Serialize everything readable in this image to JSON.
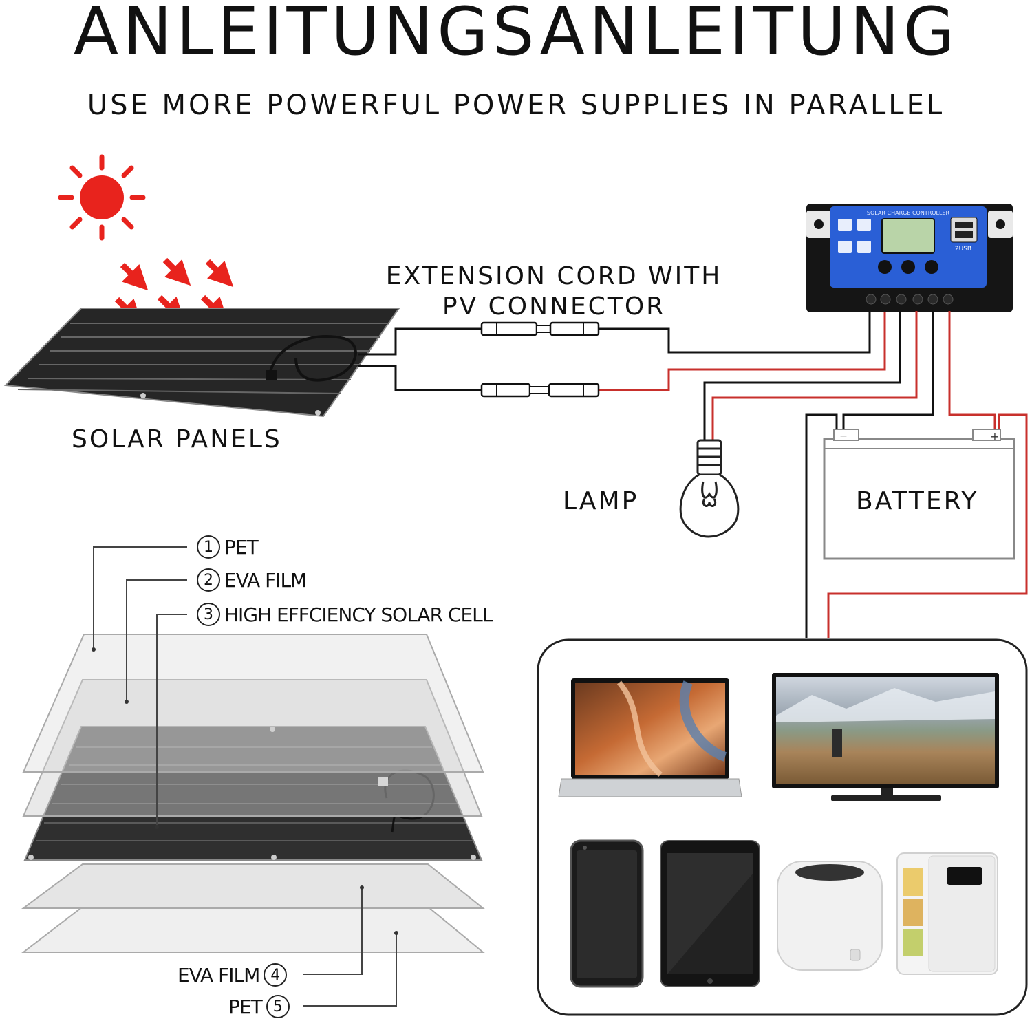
{
  "title": "ANLEITUNGSANLEITUNG",
  "subtitle": "USE MORE POWERFUL POWER SUPPLIES IN PARALLEL",
  "labels": {
    "extension_line1": "EXTENSION CORD WITH",
    "extension_line2": "PV CONNECTOR",
    "solar_panels": "SOLAR PANELS",
    "lamp": "LAMP",
    "battery": "BATTERY"
  },
  "controller": {
    "header_text": "SOLAR CHARGE CONTROLLER",
    "usb_text": "2USB"
  },
  "layers": [
    {
      "num": "1",
      "name": "PET"
    },
    {
      "num": "2",
      "name": "EVA FILM"
    },
    {
      "num": "3",
      "name": "HIGH EFFCIENCY SOLAR CELL"
    },
    {
      "num": "4",
      "name": "EVA FILM"
    },
    {
      "num": "5",
      "name": "PET"
    }
  ],
  "colors": {
    "sun": "#e8231d",
    "arrow": "#e8231d",
    "wire_red": "#c8302c",
    "wire_black": "#111111",
    "controller_blue": "#2a5fd6",
    "panel": "#2a2a2a"
  },
  "devices": [
    "laptop-icon",
    "tv-icon",
    "smartphone-icon",
    "tablet-icon",
    "humidifier-icon",
    "mini-fridge-icon"
  ]
}
